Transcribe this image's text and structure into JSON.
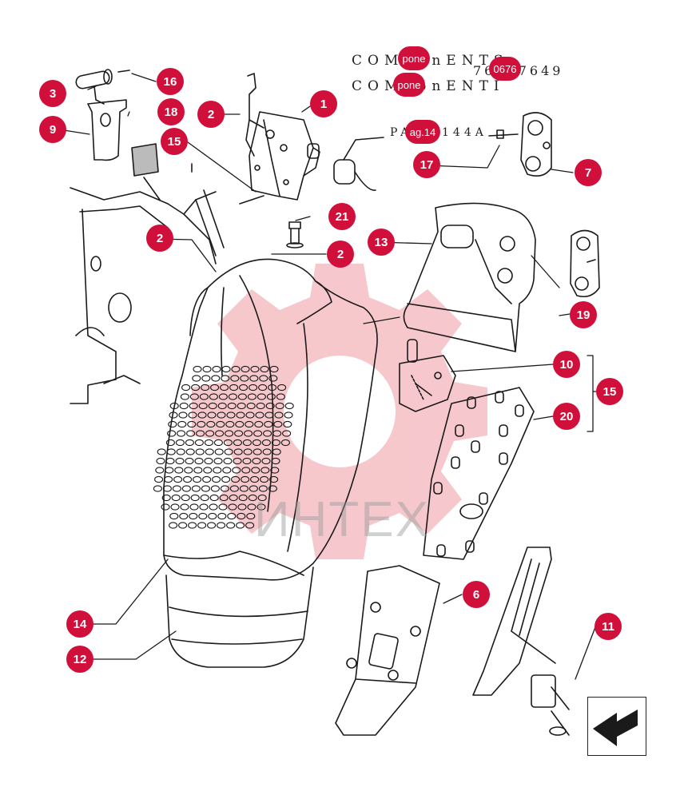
{
  "header": {
    "line1": "COMPonENTS",
    "line2": "COMPonENTI",
    "code": "76067649",
    "code_chip": "0676",
    "line1_chip": "pone",
    "line2_chip": "pone"
  },
  "reference": {
    "text": "PAag.144A",
    "chip": "ag.14"
  },
  "watermark": "ИНТЕХ",
  "callouts": [
    "1",
    "2",
    "2",
    "2",
    "3",
    "6",
    "7",
    "9",
    "10",
    "11",
    "12",
    "13",
    "14",
    "15",
    "15",
    "16",
    "17",
    "18",
    "19",
    "20",
    "21"
  ],
  "colors": {
    "badge": "#d0103a",
    "line": "#1a1a1a",
    "watermark": "#f3b6bc"
  },
  "icons": {
    "nav": "next-page-arrow-icon"
  }
}
